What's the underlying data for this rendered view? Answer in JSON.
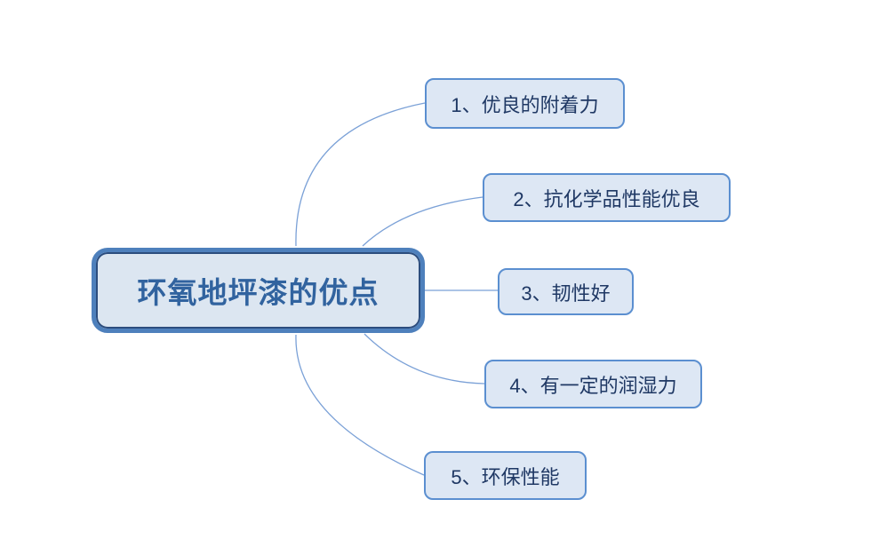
{
  "diagram": {
    "type": "mindmap",
    "root": {
      "label": "环氧地坪漆的优点"
    },
    "branches": [
      {
        "id": 1,
        "label": "1、优良的附着力"
      },
      {
        "id": 2,
        "label": "2、抗化学品性能优良"
      },
      {
        "id": 3,
        "label": "3、韧性好"
      },
      {
        "id": 4,
        "label": "4、有一定的润湿力"
      },
      {
        "id": 5,
        "label": "5、环保性能"
      }
    ]
  },
  "colors": {
    "background": "#ffffff",
    "root_fill": "#dce6f1",
    "root_border": "#4e80bc",
    "root_inner_line": "#2c4d7e",
    "root_text": "#31639f",
    "branch_fill": "#dde7f4",
    "branch_border": "#5b8fd0",
    "branch_text": "#1f3864",
    "connector": "#7ba1d7"
  }
}
